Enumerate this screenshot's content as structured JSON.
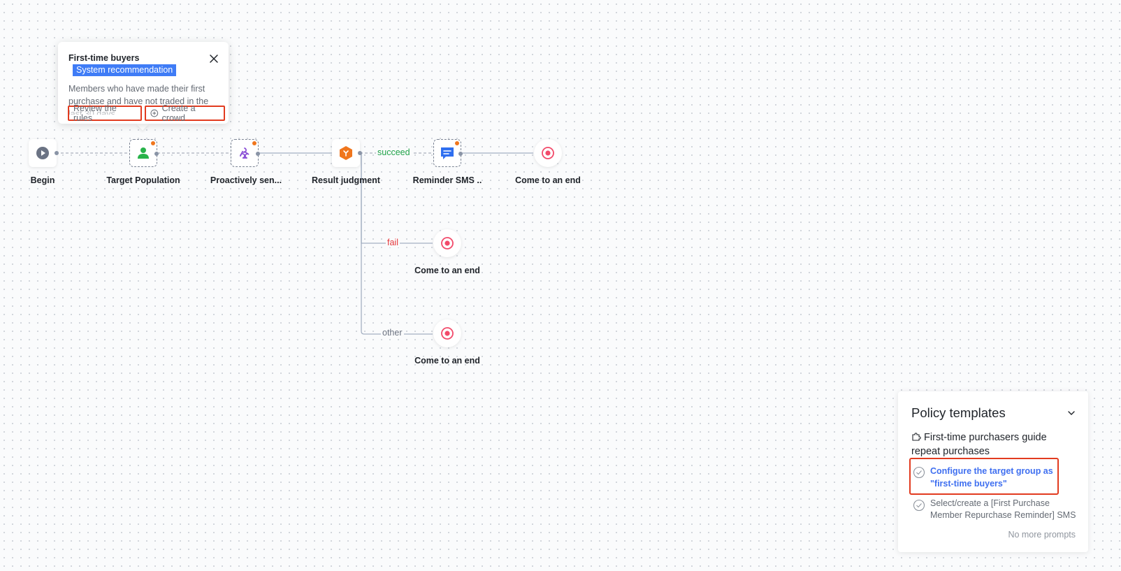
{
  "flow": {
    "nodes": [
      {
        "id": "begin",
        "label": "Begin",
        "icon": "play-icon"
      },
      {
        "id": "target",
        "label": "Target Population",
        "icon": "person-icon"
      },
      {
        "id": "proactive",
        "label": "Proactively sen...",
        "icon": "webhook-icon"
      },
      {
        "id": "judgment",
        "label": "Result judgment",
        "icon": "branch-icon"
      },
      {
        "id": "sms",
        "label": "Reminder SMS ..",
        "icon": "message-icon"
      },
      {
        "id": "end1",
        "label": "Come to an end",
        "icon": "stop-icon"
      },
      {
        "id": "end2",
        "label": "Come to an end",
        "icon": "stop-icon"
      },
      {
        "id": "end3",
        "label": "Come to an end",
        "icon": "stop-icon"
      }
    ],
    "edges": {
      "succeed": "succeed",
      "fail": "fail",
      "other": "other"
    },
    "colors": {
      "succeed": "#21a34a",
      "fail": "#e5393d",
      "other": "#6b7280",
      "accent": "#3f7cf6"
    }
  },
  "popover": {
    "title": "First-time buyers",
    "tag": "System recommendation",
    "description": "Members who have made their first purchase and have not traded in the last 30 days",
    "review_label": "Review the rules",
    "create_label": "Create a crowd"
  },
  "policy_panel": {
    "title": "Policy templates",
    "template_name": "First-time purchasers guide repeat purchases",
    "steps": [
      {
        "text": "Configure the target group as \"first-time buyers\""
      },
      {
        "text": "Select/create a [First Purchase Member Repurchase Reminder] SMS"
      }
    ],
    "footer": "No more prompts"
  }
}
